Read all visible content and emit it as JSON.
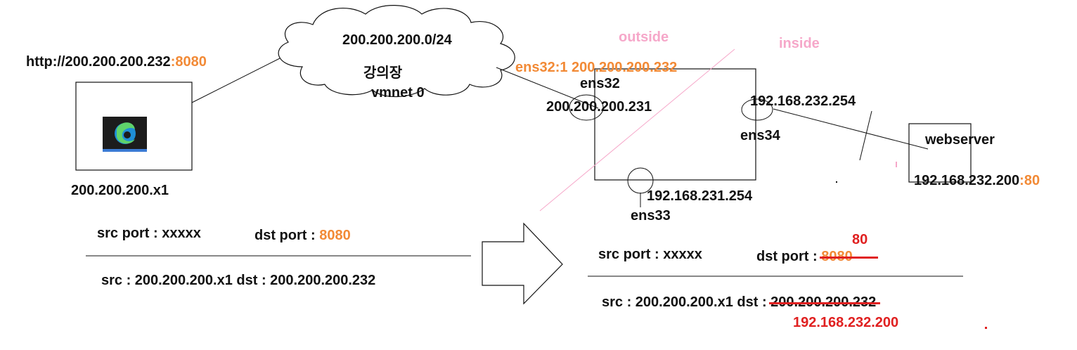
{
  "colors": {
    "orange": "#f28a36",
    "red": "#e02020",
    "pink": "#f6a7c9",
    "line": "#111111"
  },
  "client": {
    "url_host": "http://200.200.200.232",
    "url_port": ":8080",
    "ip": "200.200.200.x1",
    "icon": "edge-browser-icon"
  },
  "cloud": {
    "network": "200.200.200.0/24",
    "room": "강의장",
    "vmnet": "vmnet 0"
  },
  "router": {
    "alias": "ens32:1 200.200.200.232",
    "ens32_name": "ens32",
    "ens32_ip": "200.200.200.231",
    "ens34_ip": "192.168.232.254",
    "ens34_name": "ens34",
    "ens33_ip": "192.168.231.254",
    "ens33_name": "ens33"
  },
  "zones": {
    "outside": "outside",
    "inside": "inside"
  },
  "webserver": {
    "name": "webserver",
    "ip": "192.168.232.200",
    "port": ":80"
  },
  "before": {
    "src_port": "src port : xxxxx",
    "dst_port_label": "dst port  : ",
    "dst_port": "8080",
    "addr_prefix": "src : 200.200.200.x1 dst : ",
    "dst_addr": "200.200.200.232"
  },
  "after": {
    "src_port": "src port : xxxxx",
    "dst_port_label": "dst port  : ",
    "old_port": "8080",
    "new_port": "80",
    "addr_prefix": "src : 200.200.200.x1 dst : ",
    "old_addr": "200.200.200.232",
    "new_addr": "192.168.232.200"
  }
}
